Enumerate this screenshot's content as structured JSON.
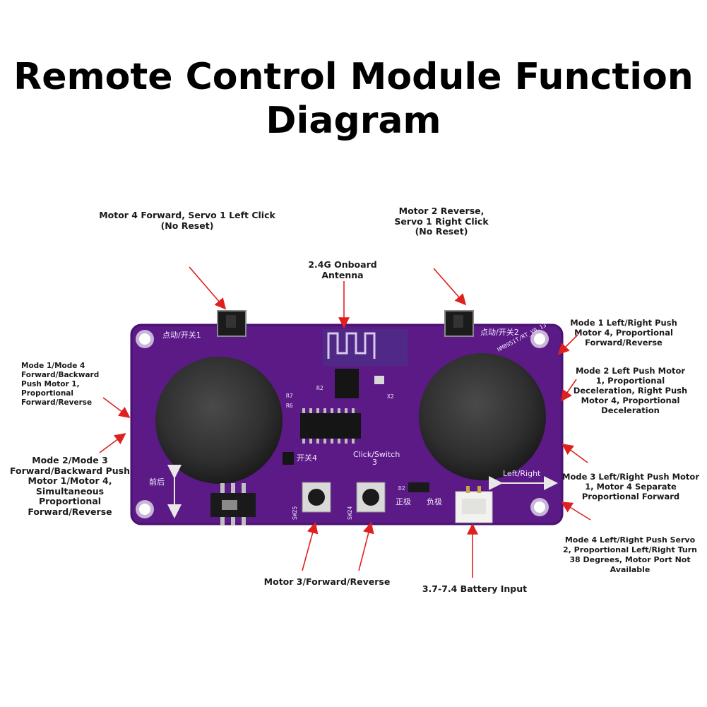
{
  "title": "Remote Control Module Function Diagram",
  "labels": {
    "top_left": [
      "Motor 4 Forward, Servo 1 Left Click",
      "(No Reset)"
    ],
    "top_center": [
      "2.4G Onboard",
      "Antenna"
    ],
    "top_right": [
      "Motor 2 Reverse,",
      "Servo 1 Right Click",
      "(No Reset)"
    ],
    "left_1": [
      "Mode 1/Mode 4",
      "Forward/Backward",
      "Push Motor 1,",
      "Proportional",
      "Forward/Reverse"
    ],
    "left_2": [
      "Mode 2/Mode 3",
      "Forward/Backward Push",
      "Motor 1/Motor 4,",
      "Simultaneous",
      "Proportional",
      "Forward/Reverse"
    ],
    "right_1": [
      "Mode 1 Left/Right Push",
      "Motor 4, Proportional",
      "Forward/Reverse"
    ],
    "right_2": [
      "Mode 2 Left Push Motor",
      "1, Proportional",
      "Deceleration, Right Push",
      "Motor 4, Proportional",
      "Deceleration"
    ],
    "right_3": [
      "Mode 3 Left/Right Push Motor",
      "1, Motor 4 Separate",
      "Proportional Forward"
    ],
    "right_4": [
      "Mode 4 Left/Right Push Servo",
      "2, Proportional Left/Right Turn",
      "38 Degrees, Motor Port Not",
      "Available"
    ],
    "bottom_center": [
      "Motor 3/Forward/Reverse"
    ],
    "bottom_right": [
      "3.7-7.4 Battery Input"
    ]
  },
  "board": {
    "silk_switch1": "点动/开关1",
    "silk_switch2": "点动/开关2",
    "silk_switch4": "开关4",
    "silk_click_switch": "Click/Switch",
    "silk_click_num": "3",
    "silk_front_back": "前后",
    "silk_left_right": "Left/Right",
    "silk_positive": "正极",
    "silk_negative": "负极",
    "silk_model": "HM8951T/RT_V0.13",
    "silk_sw25": "SW25",
    "silk_sw24": "SW24",
    "silk_d2": "D2",
    "silk_x2": "X2",
    "silk_r2": "R2",
    "silk_r7": "R7",
    "silk_r6": "R6"
  },
  "colors": {
    "pcb": "#5b1a86",
    "pcb_edge": "#4a1270",
    "joystick": "#2e2e2e",
    "arrow": "#e02020",
    "hole": "#d9d9d9"
  }
}
